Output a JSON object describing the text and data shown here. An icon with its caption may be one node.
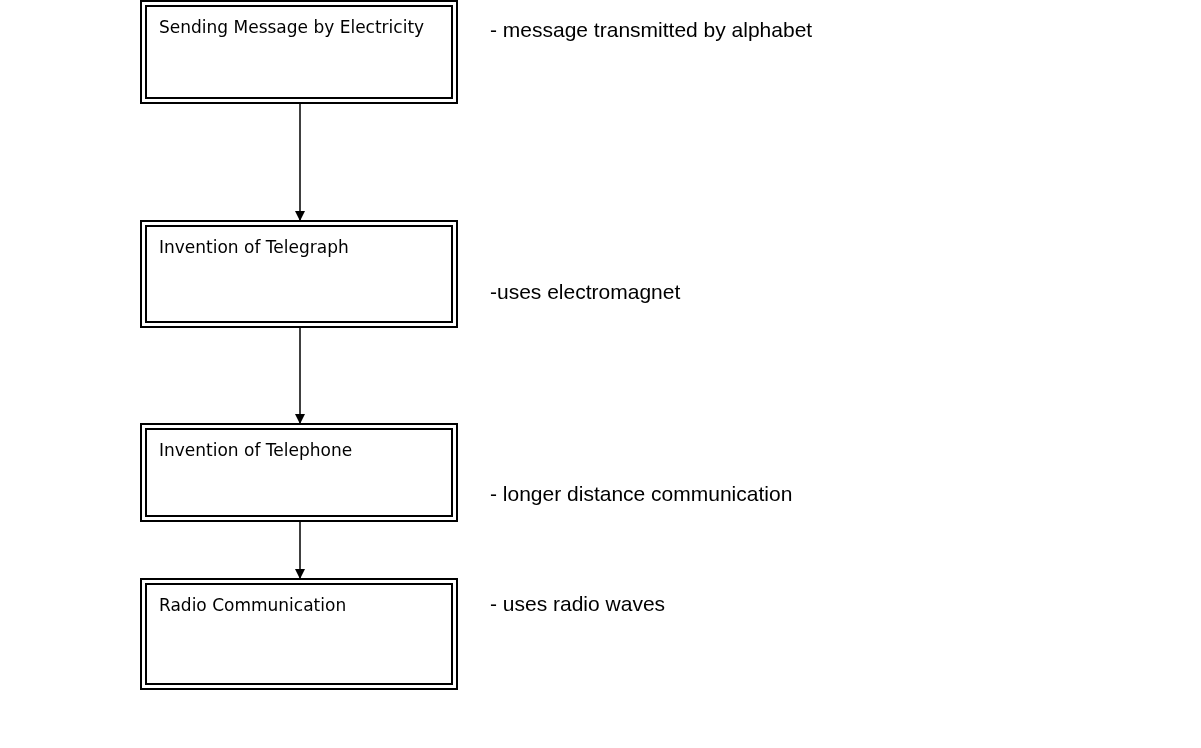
{
  "diagram": {
    "nodes": [
      {
        "text": [
          "Sending Message by Electricity"
        ],
        "beside": [
          "- message transmitted by alphabet"
        ]
      },
      {
        "text": [
          "Invention of Telegraph"
        ],
        "beside": [
          "-uses electromagnet"
        ]
      },
      {
        "text": [
          "Invention of Telephone"
        ],
        "beside": [
          "- longer distance communication"
        ]
      },
      {
        "text": [
          "Radio Communication"
        ],
        "beside": [
          "- uses radio waves"
        ]
      }
    ],
    "edges": [
      {
        "from": 0,
        "to": 1,
        "arrow": "to"
      },
      {
        "from": 1,
        "to": 2,
        "arrow": "to"
      },
      {
        "from": 2,
        "to": 3,
        "arrow": "to"
      }
    ]
  }
}
